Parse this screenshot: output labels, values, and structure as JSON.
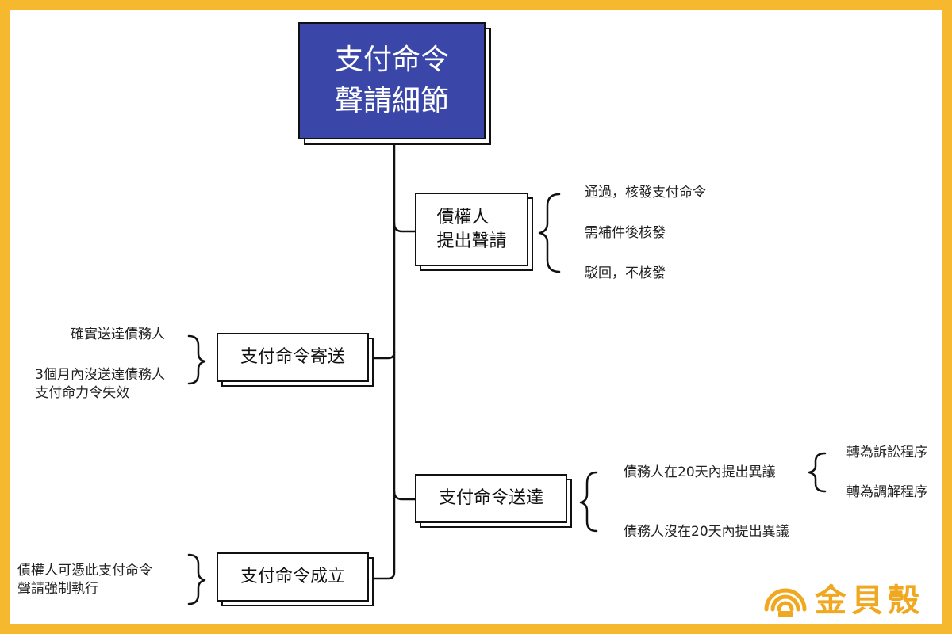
{
  "title": {
    "line1": "支付命令",
    "line2": "聲請細節"
  },
  "nodes": {
    "apply": {
      "line1": "債權人",
      "line2": "提出聲請"
    },
    "send": "支付命令寄送",
    "deliver": "支付命令送達",
    "establish": "支付命令成立"
  },
  "apply_outcomes": [
    "通過，核發支付命令",
    "需補件後核發",
    "駁回，不核發"
  ],
  "send_notes": {
    "delivered": "確實送達債務人",
    "expired_line1": "3個月內沒送達債務人",
    "expired_line2": "支付命力令失效"
  },
  "deliver_notes": {
    "objection": "債務人在20天內提出異議",
    "no_objection": "債務人沒在20天內提出異議",
    "to_litigation": "轉為訴訟程序",
    "to_mediation": "轉為調解程序"
  },
  "establish_notes": {
    "line1": "債權人可憑此支付命令",
    "line2": "聲請強制執行"
  },
  "brand": {
    "name": "金貝殼",
    "color": "#f0a820",
    "icon": "shell-logo-icon"
  },
  "colors": {
    "frame": "#f5b82e",
    "title_fill": "#3a46a8",
    "line": "#111111"
  }
}
